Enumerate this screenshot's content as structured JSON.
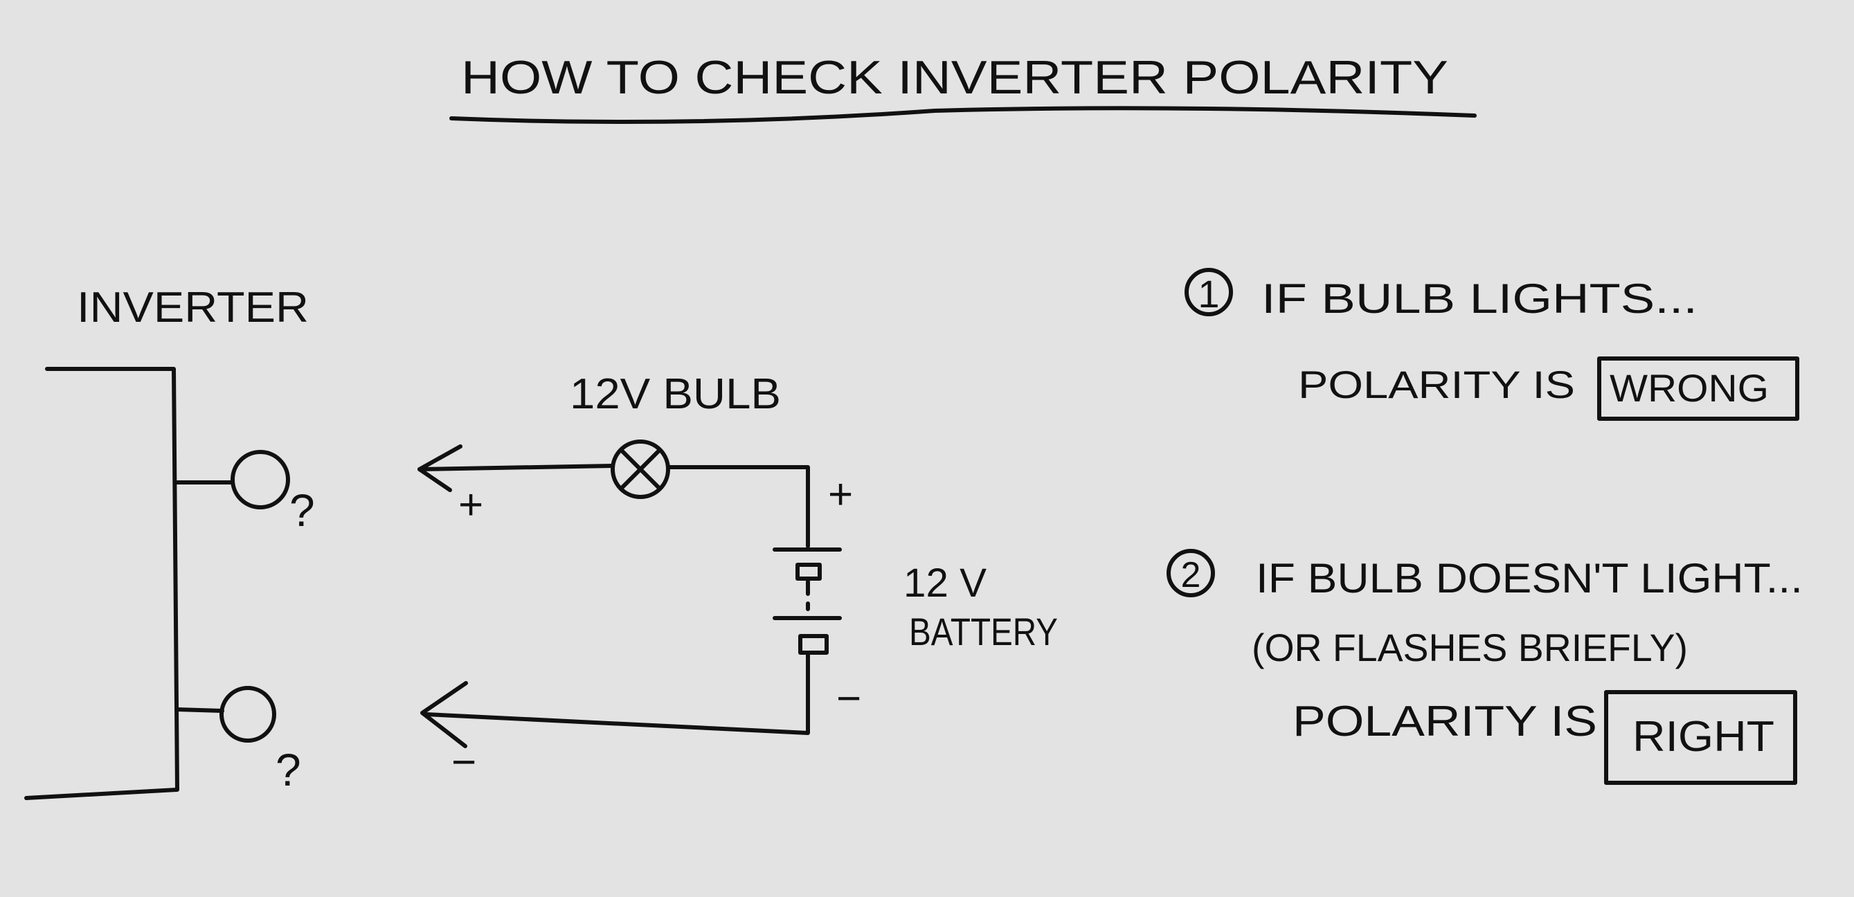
{
  "title": "HOW TO CHECK INVERTER POLARITY",
  "inverter": {
    "label": "INVERTER",
    "terminal_top_mark": "?",
    "terminal_bottom_mark": "?"
  },
  "circuit": {
    "bulb_label": "12V BULB",
    "battery_label_line1": "12 V",
    "battery_label_line2": "BATTERY",
    "top_lead_sign": "+",
    "bottom_lead_sign": "−",
    "battery_plus": "+",
    "battery_minus": "−"
  },
  "steps": [
    {
      "number": "1",
      "condition": "IF BULB LIGHTS...",
      "note": "",
      "result_prefix": "POLARITY IS",
      "result": "WRONG"
    },
    {
      "number": "2",
      "condition": "IF BULB DOESN'T LIGHT...",
      "note": "(OR FLASHES BRIEFLY)",
      "result_prefix": "POLARITY IS",
      "result": "RIGHT"
    }
  ],
  "colors": {
    "ink": "#111111",
    "paper": "#e3e3e3"
  }
}
